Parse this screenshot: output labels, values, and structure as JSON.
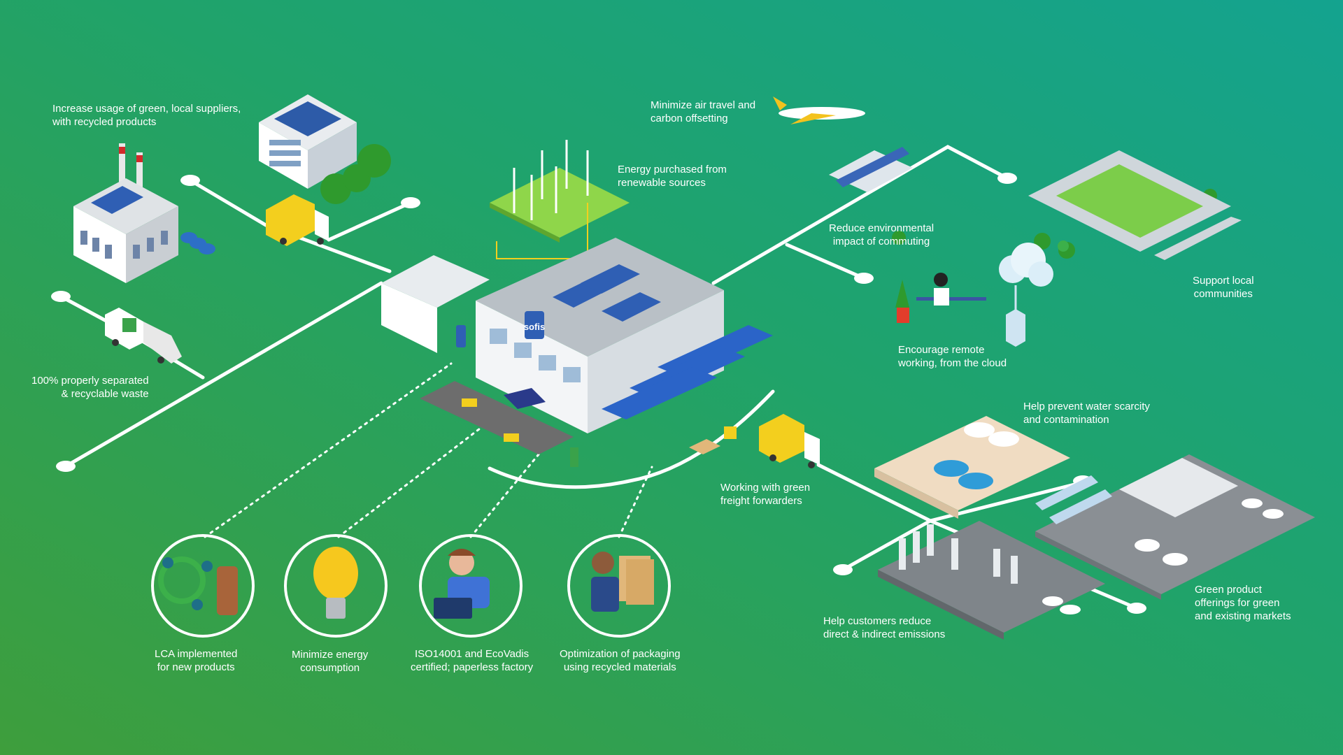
{
  "diagram": {
    "brand": "sofis",
    "colors": {
      "background_start": "#3e9e3c",
      "background_end": "#14a38f",
      "line": "#ffffff",
      "roof_blue": "#2b64c8",
      "truck_yellow": "#f3cf1e"
    },
    "labels": {
      "suppliers": [
        "Increase usage of green, local suppliers,",
        "with recycled products"
      ],
      "air_travel": [
        "Minimize air travel and",
        "carbon offsetting"
      ],
      "energy": [
        "Energy purchased from",
        "renewable sources"
      ],
      "commuting": [
        "Reduce environmental",
        "impact of commuting"
      ],
      "communities": [
        "Support local",
        "communities"
      ],
      "remote": [
        "Encourage remote",
        "working, from the cloud"
      ],
      "waste": [
        "100% properly separated",
        "& recyclable waste"
      ],
      "water": [
        "Help prevent water scarcity",
        "and contamination"
      ],
      "freight": [
        "Working with green",
        "freight forwarders"
      ],
      "green_offerings": [
        "Green product",
        "offerings for green",
        "and existing markets"
      ],
      "emissions": [
        "Help customers reduce",
        "direct & indirect emissions"
      ],
      "lca": [
        "LCA implemented",
        "for new products"
      ],
      "energy_consumption": [
        "Minimize energy",
        "consumption"
      ],
      "iso": [
        "ISO14001 and EcoVadis",
        "certified; paperless factory"
      ],
      "packaging": [
        "Optimization of packaging",
        "using recycled materials"
      ]
    }
  }
}
